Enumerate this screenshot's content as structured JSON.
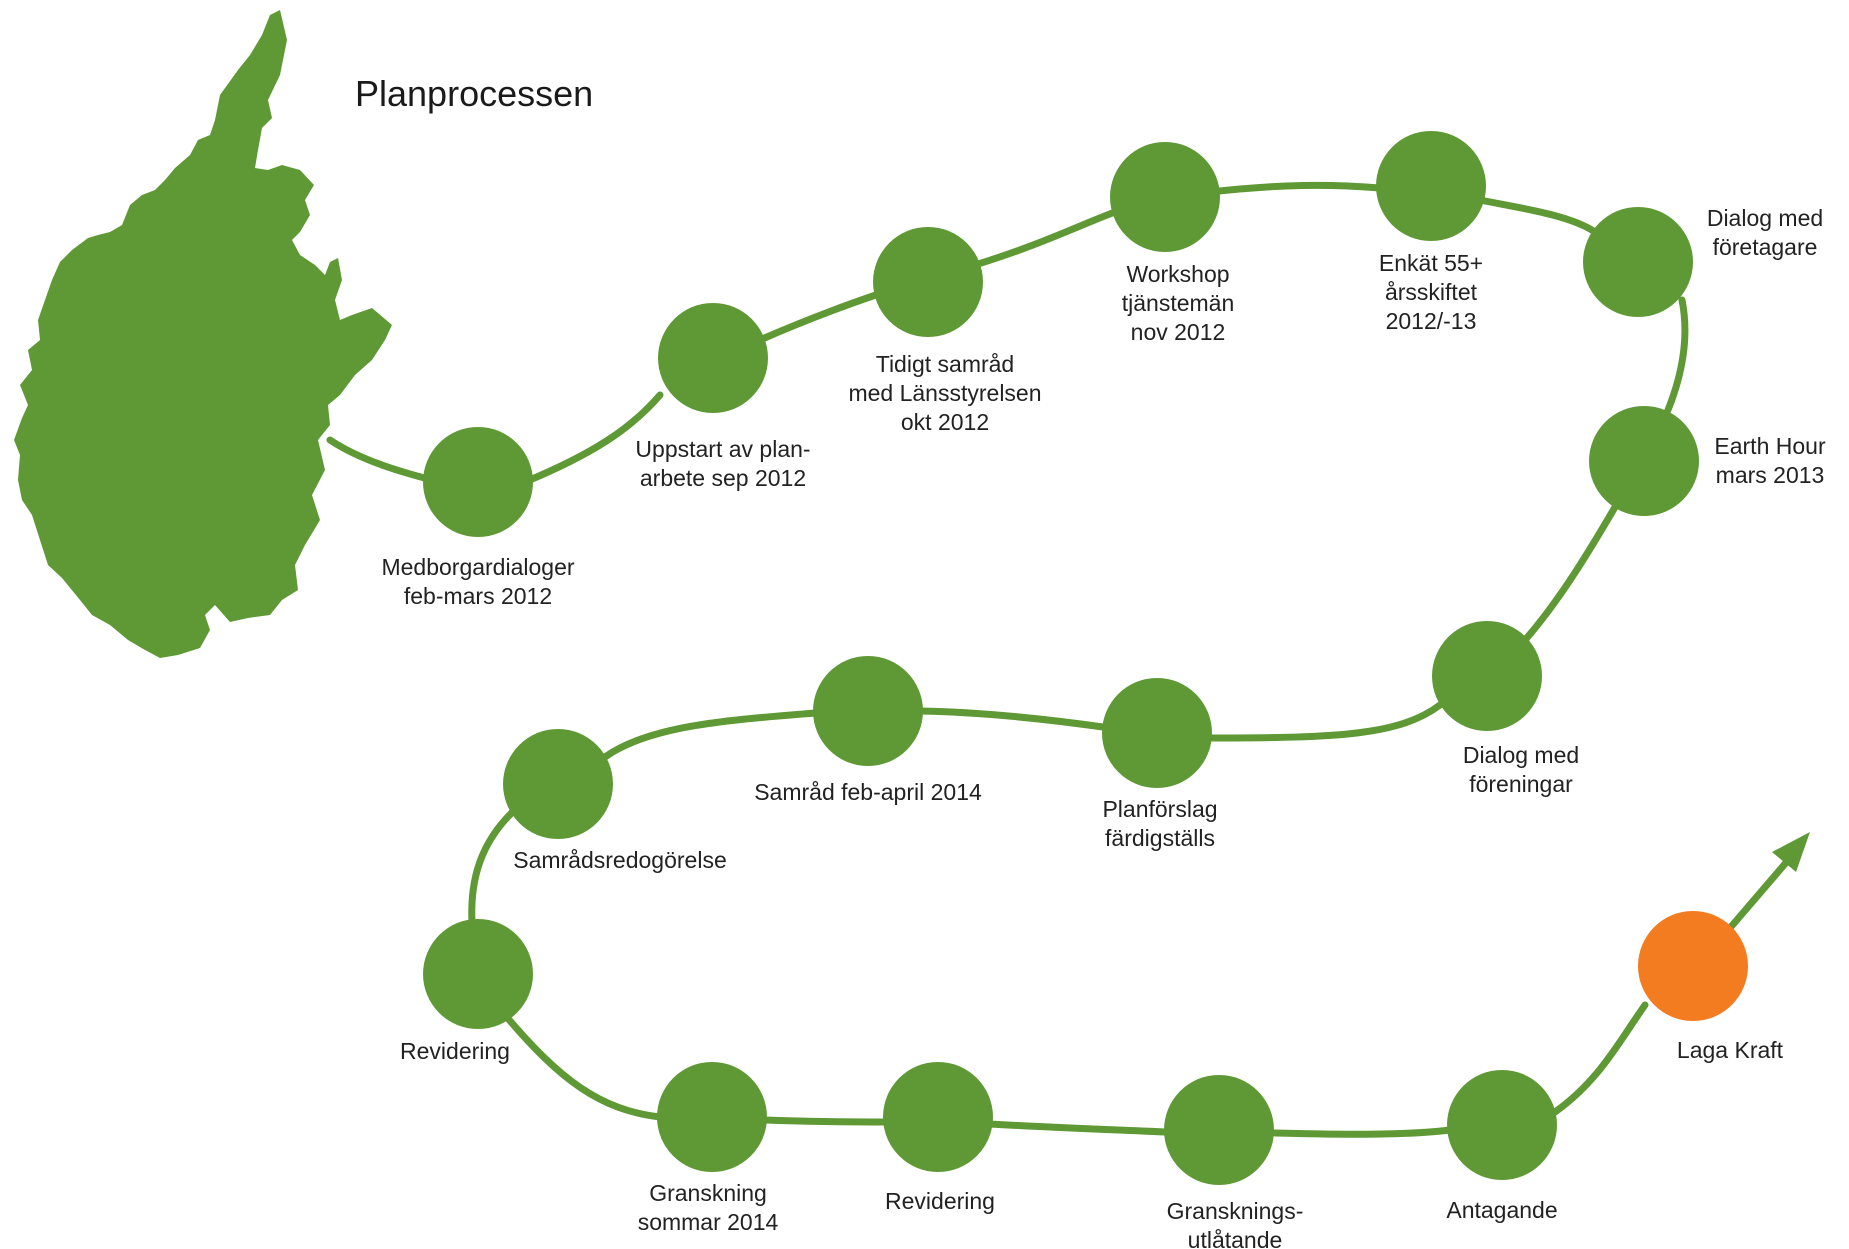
{
  "title": "Planprocessen",
  "colors": {
    "green": "#5f9935",
    "orange": "#f47c20",
    "text": "#222222"
  },
  "steps": [
    {
      "label": [
        "Medborgardialoger",
        "feb-mars 2012"
      ]
    },
    {
      "label": [
        "Uppstart av plan-",
        "arbete sep 2012"
      ]
    },
    {
      "label": [
        "Tidigt samråd",
        "med Länsstyrelsen",
        "okt 2012"
      ]
    },
    {
      "label": [
        "Workshop",
        "tjänstemän",
        "nov 2012"
      ]
    },
    {
      "label": [
        "Enkät 55+",
        "årsskiftet",
        "2012/-13"
      ]
    },
    {
      "label": [
        "Dialog med",
        "företagare"
      ]
    },
    {
      "label": [
        "Earth Hour",
        "mars 2013"
      ]
    },
    {
      "label": [
        "Dialog med",
        "föreningar"
      ]
    },
    {
      "label": [
        "Planförslag",
        "färdigställs"
      ]
    },
    {
      "label": [
        "Samråd feb-april 2014"
      ]
    },
    {
      "label": [
        "Samrådsredogörelse"
      ]
    },
    {
      "label": [
        "Revidering"
      ]
    },
    {
      "label": [
        "Granskning",
        "sommar 2014"
      ]
    },
    {
      "label": [
        "Revidering"
      ]
    },
    {
      "label": [
        "Gransknings-",
        "utlåtande"
      ]
    },
    {
      "label": [
        "Antagande"
      ]
    },
    {
      "label": [
        "Laga Kraft"
      ],
      "highlight": true
    }
  ]
}
